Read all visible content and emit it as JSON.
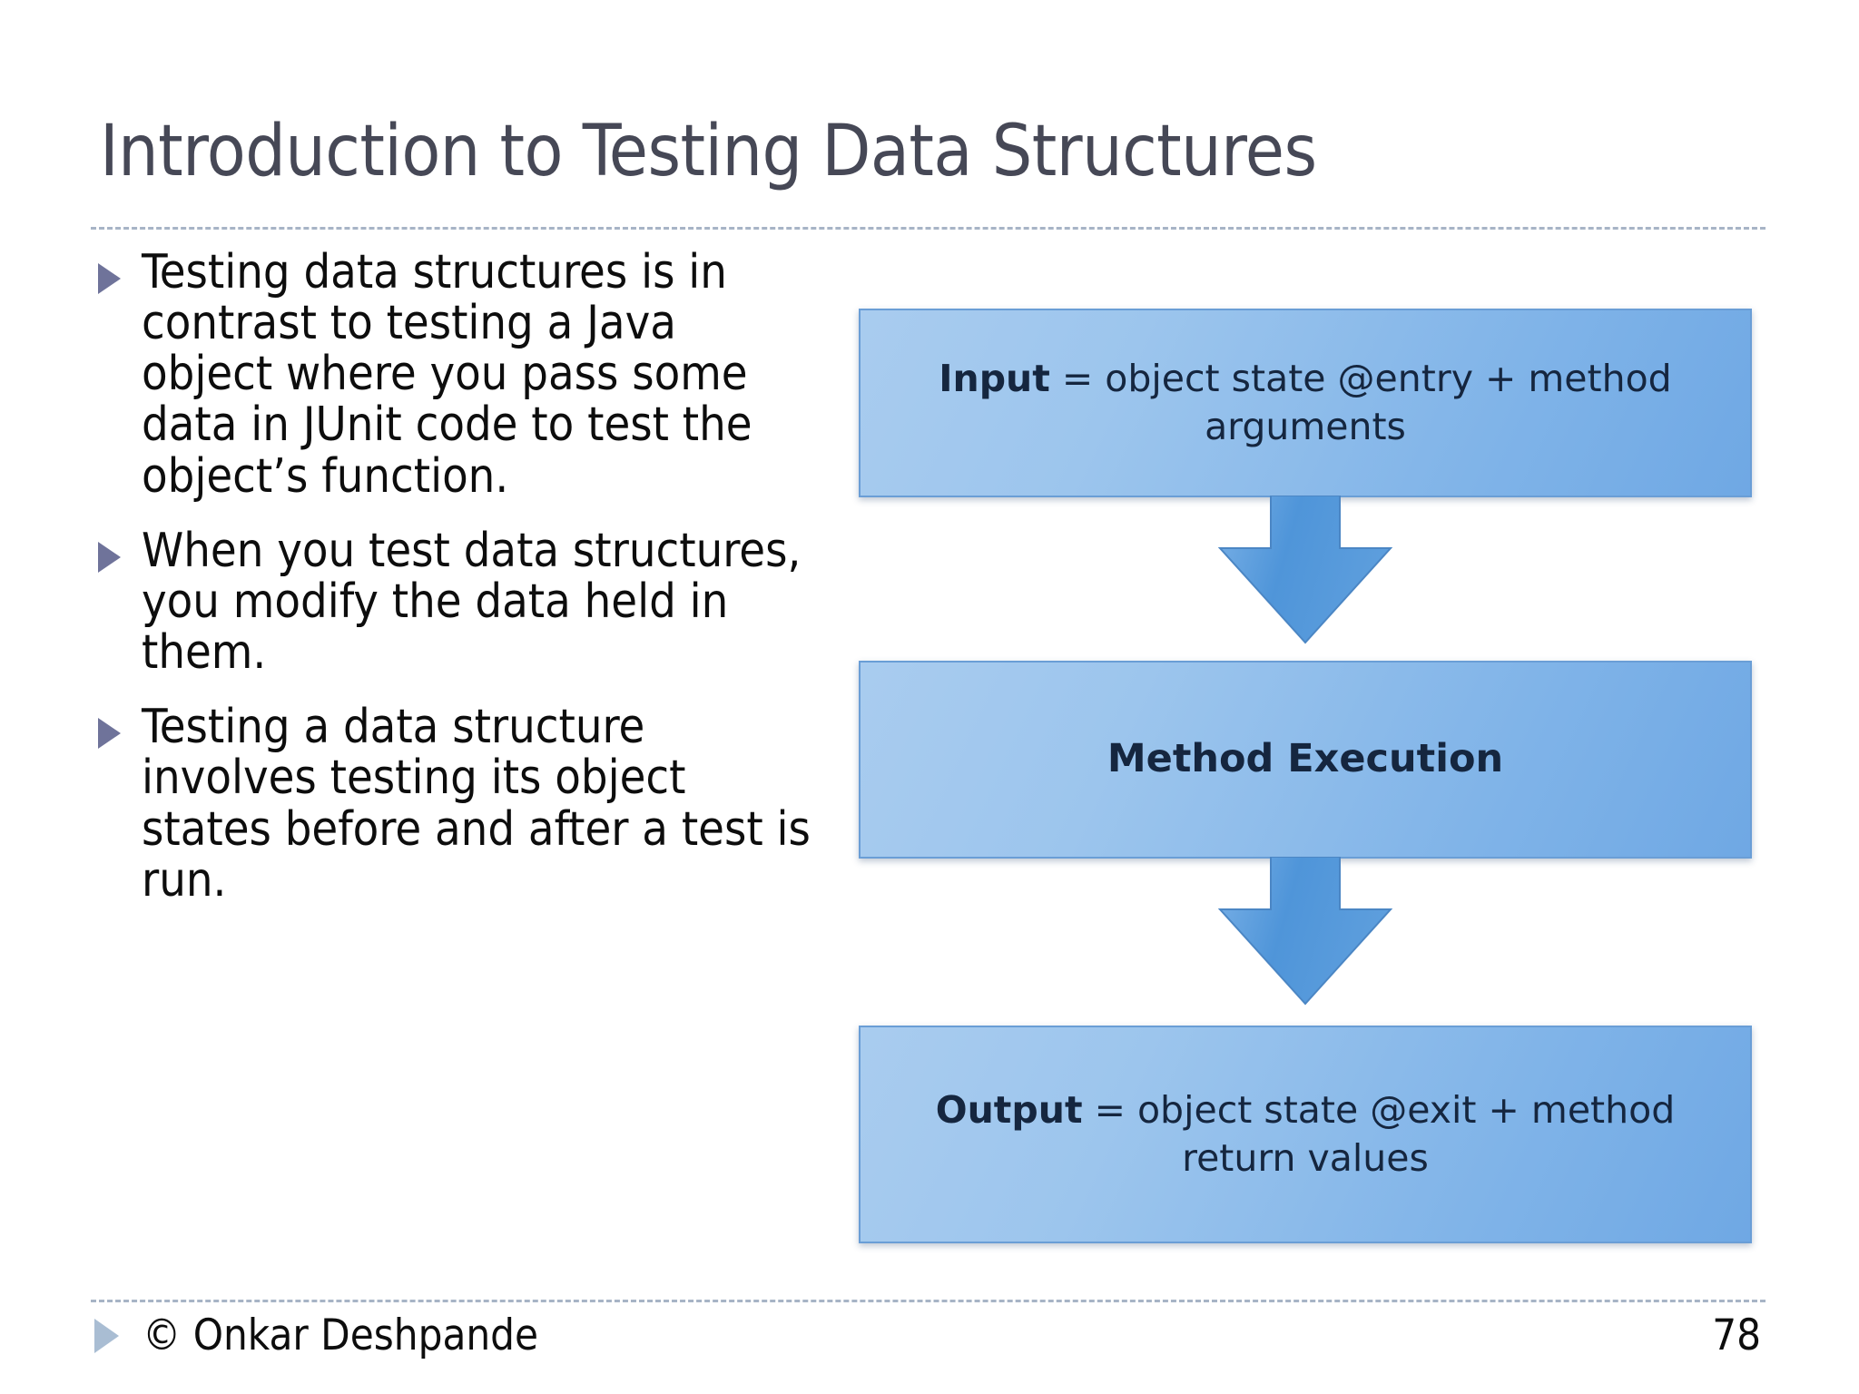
{
  "slide": {
    "title": "Introduction to Testing Data Structures",
    "page_number": "78",
    "title_color": "#464856",
    "body_color": "#0d0d0d",
    "bullet_marker_color": "#6f739a",
    "footer_marker_color": "#a9bdd3",
    "rule_color": "#a7b4c6"
  },
  "bullets": [
    {
      "text": "Testing data structures is in contrast to testing a Java object where you pass some data in JUnit code to test the object’s function."
    },
    {
      "text": "When you test data structures, you modify the data held in them."
    },
    {
      "text": "Testing a data structure involves testing its object states before and after a test is run."
    }
  ],
  "diagram": {
    "type": "flowchart",
    "box_fill_light": "#a9ccef",
    "box_fill_dark": "#6fa8e4",
    "box_border": "#6a9ed6",
    "box_text_color": "#15263f",
    "arrow_color": "#4f95d9",
    "nodes": [
      {
        "id": "input",
        "lead": "Input",
        "rest": " = object state @entry + method arguments",
        "bold_lead": true
      },
      {
        "id": "execution",
        "lead": "Method Execution",
        "rest": "",
        "bold_lead": true
      },
      {
        "id": "output",
        "lead": "Output",
        "rest": " = object state @exit + method return values",
        "bold_lead": true
      }
    ],
    "arrows": [
      {
        "id": "arrow-input-to-execution",
        "direction": "down"
      },
      {
        "id": "arrow-execution-to-output",
        "direction": "down"
      }
    ]
  },
  "footer": {
    "copyright": "© Onkar Deshpande"
  }
}
